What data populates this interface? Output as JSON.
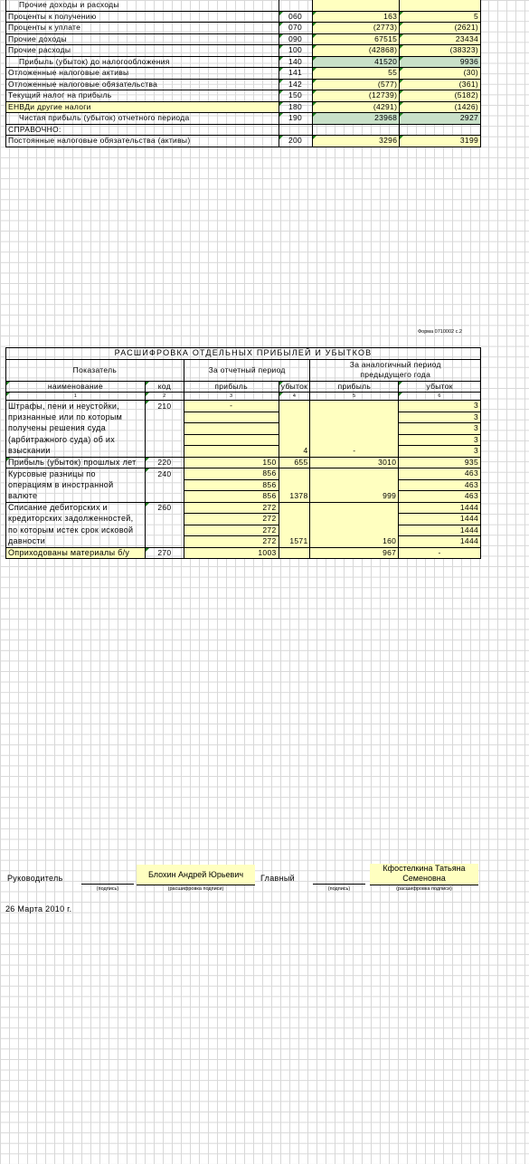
{
  "table1": {
    "rows": [
      {
        "name": "Прочие доходы и расходы",
        "code": "",
        "cur": "",
        "prev": "",
        "style": "indent"
      },
      {
        "name": "Проценты к получению",
        "code": "060",
        "cur": "163",
        "prev": "5",
        "style": ""
      },
      {
        "name": "Проценты к уплате",
        "code": "070",
        "cur": "(2773)",
        "prev": "(2621)",
        "style": ""
      },
      {
        "name": "Прочие доходы",
        "code": "090",
        "cur": "67515",
        "prev": "23434",
        "style": ""
      },
      {
        "name": "Прочие расходы",
        "code": "100",
        "cur": "(42868)",
        "prev": "(38323)",
        "style": ""
      },
      {
        "name": "Прибыль (убыток) до налогообложения",
        "code": "140",
        "cur": "41520",
        "prev": "9936",
        "style": "green indent"
      },
      {
        "name": "Отложенные налоговые активы",
        "code": "141",
        "cur": "55",
        "prev": "(30)",
        "style": ""
      },
      {
        "name": "Отложенные налоговые обязательства",
        "code": "142",
        "cur": "(577)",
        "prev": "(361)",
        "style": ""
      },
      {
        "name": "Текущий налог на прибыль",
        "code": "150",
        "cur": "(12739)",
        "prev": "(5182)",
        "style": ""
      },
      {
        "name": "ЕНВДи другие налоги",
        "code": "180",
        "cur": "(4291)",
        "prev": "(1426)",
        "style": "yellowname"
      },
      {
        "name": "Чистая прибыль (убыток) отчетного периода",
        "code": "190",
        "cur": "23968",
        "prev": "2927",
        "style": "green indent"
      },
      {
        "name": "СПРАВОЧНО:",
        "code": "",
        "cur": "",
        "prev": "",
        "style": "blank"
      },
      {
        "name": "Постоянные налоговые обязательства (активы)",
        "code": "200",
        "cur": "3296",
        "prev": "3199",
        "style": ""
      }
    ]
  },
  "form_note": "Форма 0710002 с.2",
  "table2": {
    "title": "РАСШИФРОВКА ОТДЕЛЬНЫХ ПРИБЫЛЕЙ И УБЫТКОВ",
    "header": {
      "indicator": "Показатель",
      "current": "За отчетный период",
      "previous_l1": "За аналогичный период",
      "previous_l2": "предыдущего года",
      "name": "наименование",
      "code": "код",
      "profit": "прибыль",
      "loss": "убыток",
      "profit2": "прибыль",
      "loss2": "убыток",
      "n1": "1",
      "n2": "2",
      "n3": "3",
      "n4": "4",
      "n5": "5",
      "n6": "6"
    },
    "groups": [
      {
        "name_lines": [
          "Штрафы, пени и неустойки,",
          "признанные или по которым",
          "получены решения суда",
          "(арбитражного суда) об их",
          "взыскании"
        ],
        "code": "210",
        "profit": [
          "-",
          "",
          "",
          "",
          ""
        ],
        "loss": "4",
        "profit2": "-",
        "loss2": [
          "3",
          "3",
          "3",
          "3",
          "3"
        ]
      },
      {
        "name_lines": [
          "Прибыль (убыток) прошлых лет"
        ],
        "code": "220",
        "profit": [
          "150"
        ],
        "loss": "655",
        "profit2": "3010",
        "loss2": [
          "935"
        ]
      },
      {
        "name_lines": [
          "Курсовые разницы по",
          "операциям в иностранной",
          "валюте"
        ],
        "code": "240",
        "profit": [
          "856",
          "856",
          "856"
        ],
        "loss": "1378",
        "profit2": "999",
        "loss2": [
          "463",
          "463",
          "463"
        ]
      },
      {
        "name_lines": [
          "Списание дебиторских и",
          "кредиторских задолженностей,",
          "по которым истек срок исковой",
          "давности"
        ],
        "code": "260",
        "profit": [
          "272",
          "272",
          "272",
          "272"
        ],
        "loss": "1571",
        "profit2": "160",
        "loss2": [
          "1444",
          "1444",
          "1444",
          "1444"
        ]
      },
      {
        "name_lines": [
          "Оприходованы материалы б/у"
        ],
        "code": "270",
        "profit": [
          "1003"
        ],
        "loss": "",
        "profit2": "967",
        "loss2": [
          "-"
        ]
      }
    ]
  },
  "signatures": {
    "head_label": "Руководитель",
    "head_sign_caption": "(подпись)",
    "head_name": "Блохин Андрей Юрьевич",
    "head_name_caption": "(расшифровка подписи)",
    "chief_label": "Главный",
    "chief_sign_caption": "(подпись)",
    "chief_name": "Кфостелкина Татьяна Семеновна",
    "chief_name_caption": "(расшифровка подписи)",
    "date": "26 Марта 2010 г."
  }
}
